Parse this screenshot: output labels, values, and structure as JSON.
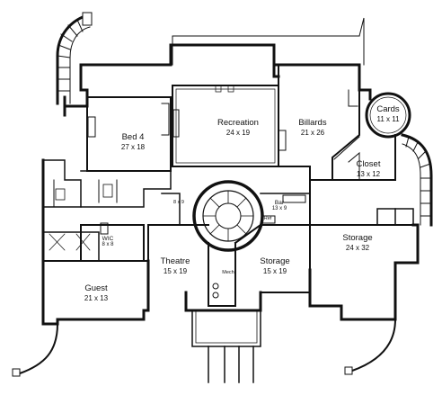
{
  "rooms": {
    "recreation": {
      "name": "Recreation",
      "dims": "24 x 19"
    },
    "billards": {
      "name": "Billards",
      "dims": "21 x 26"
    },
    "bed4": {
      "name": "Bed 4",
      "dims": "27 x 18"
    },
    "cards": {
      "name": "Cards",
      "dims": "11 x 11"
    },
    "closet": {
      "name": "Closet",
      "dims": "13 x 12"
    },
    "bar": {
      "name": "Bar",
      "dims": "13 x 9"
    },
    "ref": {
      "name": "Ref"
    },
    "storage_right": {
      "name": "Storage",
      "dims": "24 x 32"
    },
    "storage_mid": {
      "name": "Storage",
      "dims": "15 x 19"
    },
    "theatre": {
      "name": "Theatre",
      "dims": "15 x 19"
    },
    "mech": {
      "name": "Mech"
    },
    "wic": {
      "name": "WIC",
      "dims": "8 x 8"
    },
    "guest": {
      "name": "Guest",
      "dims": "21 x 13"
    },
    "small_room": {
      "dims": "8 x 9"
    }
  }
}
